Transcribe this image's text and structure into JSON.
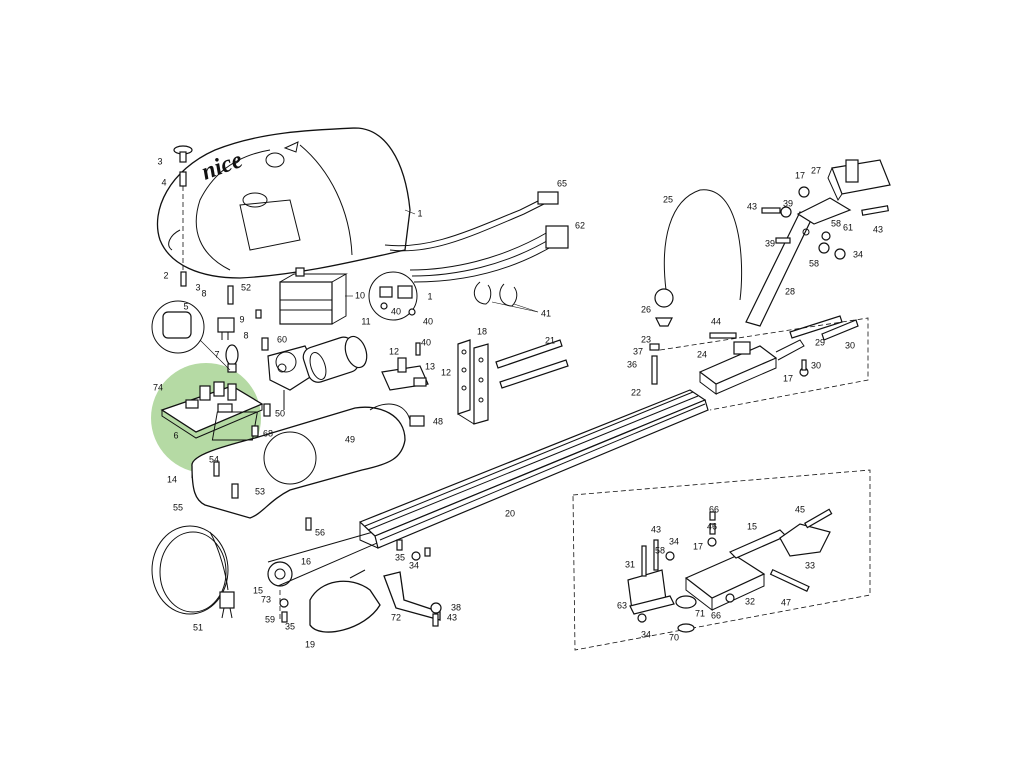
{
  "brand_text": "nice",
  "highlight_color": "#9ccd85",
  "labels": [
    {
      "id": "p1a",
      "text": "1"
    },
    {
      "id": "p1b",
      "text": "1"
    },
    {
      "id": "p2",
      "text": "2"
    },
    {
      "id": "p3a",
      "text": "3"
    },
    {
      "id": "p3b",
      "text": "3"
    },
    {
      "id": "p4",
      "text": "4"
    },
    {
      "id": "p5",
      "text": "5"
    },
    {
      "id": "p6",
      "text": "6"
    },
    {
      "id": "p7",
      "text": "7"
    },
    {
      "id": "p8a",
      "text": "8"
    },
    {
      "id": "p8b",
      "text": "8"
    },
    {
      "id": "p9",
      "text": "9"
    },
    {
      "id": "p10",
      "text": "10"
    },
    {
      "id": "p11",
      "text": "11"
    },
    {
      "id": "p12a",
      "text": "12"
    },
    {
      "id": "p12b",
      "text": "12"
    },
    {
      "id": "p13",
      "text": "13"
    },
    {
      "id": "p14",
      "text": "14"
    },
    {
      "id": "p15a",
      "text": "15"
    },
    {
      "id": "p15b",
      "text": "15"
    },
    {
      "id": "p16",
      "text": "16"
    },
    {
      "id": "p17a",
      "text": "17"
    },
    {
      "id": "p17b",
      "text": "17"
    },
    {
      "id": "p17c",
      "text": "17"
    },
    {
      "id": "p18",
      "text": "18"
    },
    {
      "id": "p19",
      "text": "19"
    },
    {
      "id": "p20",
      "text": "20"
    },
    {
      "id": "p21",
      "text": "21"
    },
    {
      "id": "p22",
      "text": "22"
    },
    {
      "id": "p23",
      "text": "23"
    },
    {
      "id": "p24",
      "text": "24"
    },
    {
      "id": "p25",
      "text": "25"
    },
    {
      "id": "p26",
      "text": "26"
    },
    {
      "id": "p27",
      "text": "27"
    },
    {
      "id": "p28",
      "text": "28"
    },
    {
      "id": "p29",
      "text": "29"
    },
    {
      "id": "p30a",
      "text": "30"
    },
    {
      "id": "p30b",
      "text": "30"
    },
    {
      "id": "p31",
      "text": "31"
    },
    {
      "id": "p32",
      "text": "32"
    },
    {
      "id": "p33",
      "text": "33"
    },
    {
      "id": "p34a",
      "text": "34"
    },
    {
      "id": "p34b",
      "text": "34"
    },
    {
      "id": "p34c",
      "text": "34"
    },
    {
      "id": "p34d",
      "text": "34"
    },
    {
      "id": "p35a",
      "text": "35"
    },
    {
      "id": "p35b",
      "text": "35"
    },
    {
      "id": "p36",
      "text": "36"
    },
    {
      "id": "p37",
      "text": "37"
    },
    {
      "id": "p38",
      "text": "38"
    },
    {
      "id": "p39a",
      "text": "39"
    },
    {
      "id": "p39b",
      "text": "39"
    },
    {
      "id": "p40a",
      "text": "40"
    },
    {
      "id": "p40b",
      "text": "40"
    },
    {
      "id": "p40c",
      "text": "40"
    },
    {
      "id": "p41",
      "text": "41"
    },
    {
      "id": "p43a",
      "text": "43"
    },
    {
      "id": "p43b",
      "text": "43"
    },
    {
      "id": "p43c",
      "text": "43"
    },
    {
      "id": "p43d",
      "text": "43"
    },
    {
      "id": "p44",
      "text": "44"
    },
    {
      "id": "p45",
      "text": "45"
    },
    {
      "id": "p46",
      "text": "46"
    },
    {
      "id": "p47",
      "text": "47"
    },
    {
      "id": "p48",
      "text": "48"
    },
    {
      "id": "p49",
      "text": "49"
    },
    {
      "id": "p50",
      "text": "50"
    },
    {
      "id": "p51",
      "text": "51"
    },
    {
      "id": "p52",
      "text": "52"
    },
    {
      "id": "p53",
      "text": "53"
    },
    {
      "id": "p54",
      "text": "54"
    },
    {
      "id": "p55",
      "text": "55"
    },
    {
      "id": "p56",
      "text": "56"
    },
    {
      "id": "p58a",
      "text": "58"
    },
    {
      "id": "p58b",
      "text": "58"
    },
    {
      "id": "p58c",
      "text": "58"
    },
    {
      "id": "p59",
      "text": "59"
    },
    {
      "id": "p60",
      "text": "60"
    },
    {
      "id": "p61",
      "text": "61"
    },
    {
      "id": "p62",
      "text": "62"
    },
    {
      "id": "p63",
      "text": "63"
    },
    {
      "id": "p65",
      "text": "65"
    },
    {
      "id": "p66a",
      "text": "66"
    },
    {
      "id": "p66b",
      "text": "66"
    },
    {
      "id": "p68",
      "text": "68"
    },
    {
      "id": "p70",
      "text": "70"
    },
    {
      "id": "p71",
      "text": "71"
    },
    {
      "id": "p72",
      "text": "72"
    },
    {
      "id": "p73",
      "text": "73"
    },
    {
      "id": "p74",
      "text": "74"
    }
  ]
}
